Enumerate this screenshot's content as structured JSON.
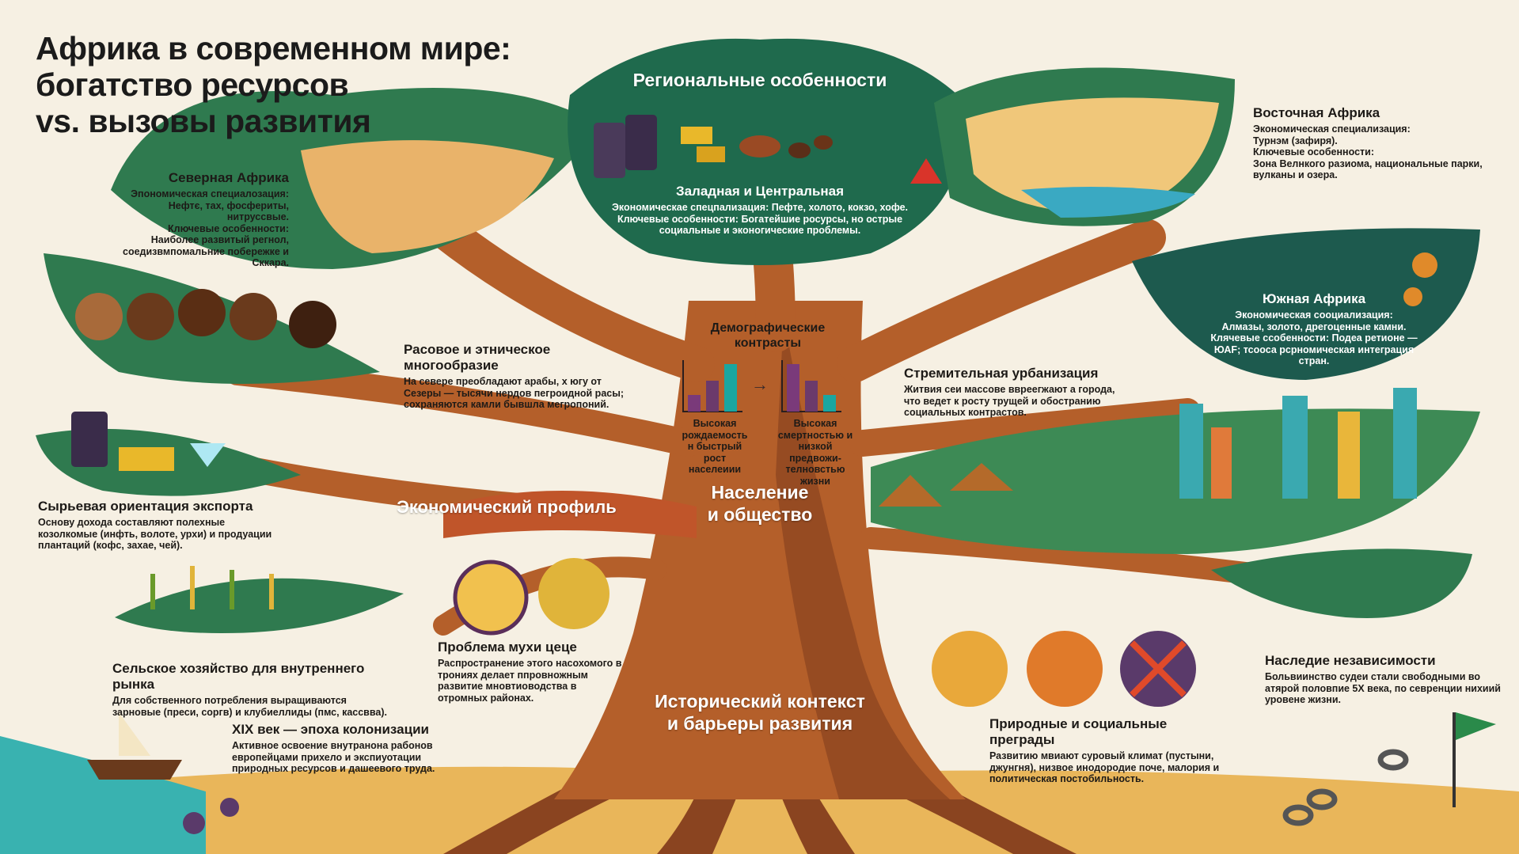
{
  "title": {
    "line1": "Африка в современном мире:",
    "line2": "богатство ресурсов",
    "line3": "vs. вызовы развития"
  },
  "sections": {
    "regional": "Региональные особенности",
    "economic": "Экономический профиль",
    "population_l1": "Население",
    "population_l2": "и общество",
    "history_l1": "Исторический контекст",
    "history_l2": "и барьеры развития"
  },
  "regions": {
    "north": {
      "title": "Северная Африка",
      "spec_label": "Эпономическая специалозация:",
      "spec": "Нефтє, тах, фосфериты, нитруссвые.",
      "key_label": "Ключевые особенности:",
      "key": "Наиболее развитый регнол, соедизвмпомальние побережке и Сккара."
    },
    "west_central": {
      "title": "Заладная и Центральная",
      "spec_label": "Экономическае спецпализация:",
      "spec": "Пефте, холото, кокзо, хофе.",
      "key_label": "Ключевые особенности:",
      "key": "Богатейшие росурсы, но острые социальные и эконогические проблемы."
    },
    "east": {
      "title": "Восточная Африка",
      "spec_label": "Экономическая специализация:",
      "spec": "Турнэм (зафиря).",
      "key_label": "Ключевые особенности:",
      "key": "Зона Велнкого разиома, национальные парки, вулканы и озера."
    },
    "south": {
      "title": "Южная Африка",
      "spec_label": "Экономическая сооциализация:",
      "spec": "Алмазы, золото, дрегоценные камни.",
      "key_label": "Клячевые ссобенности:",
      "key": "Подеа ретионе — ЮАF; тсооса рсрномическая интеграция стран."
    }
  },
  "topics": {
    "diversity": {
      "title": "Расовое и этническое многообразие",
      "text": "На севере преобладают арабы, х югу от Сезеры — тысячи нердов пегроидной расы; сохраняются камли бывшла мегропоний."
    },
    "demography": {
      "title": "Демографические контрасты",
      "left": "Высокая рождаемость н быстрый рост населеиии",
      "right": "Высокая смертностью и низкой предвожи-телновстью жизни",
      "chart_left": [
        0.35,
        0.65,
        1.0
      ],
      "chart_right": [
        1.0,
        0.65,
        0.35
      ],
      "colors": [
        "#7a3a7a",
        "#6b3a6b",
        "#1aa6a0"
      ]
    },
    "urbanization": {
      "title": "Стремительная урбанизация",
      "text": "Житвия сеи массове ввреегжают а города, что ведет к росту трущей и обострани­ю социальных контрастов."
    },
    "export": {
      "title": "Сырьевая ориентация экспорта",
      "text": "Основу дохода составляют полехные козолкомые (инфть, вoлоте, урхи) и продуации плантаций (кофс, захае, чей)."
    },
    "agriculture": {
      "title": "Сельское хозяйство для внутреннего рынка",
      "text": "Для собственного потребления выращиваются зарновые (преси, соргв) и клубиеллиды (пмс, кассвва)."
    },
    "colonization": {
      "title": "XIX век — эпоха колонизации",
      "text": "Активное освоение внутранона рабонов европейцами прихело и экспиуотации природных ресурсов и дашеевого труда."
    },
    "tsetse": {
      "title": "Проблема мухи цеце",
      "text": "Распространение этого насохомого в трониях делает ппровножным развитие мновтиоводства в отромных районах."
    },
    "barriers": {
      "title": "Природные и социальные преграды",
      "text": "Развитию мвиают суровый климат (пустыни, джунгня), низвое инодородие поче, малория и политическая постобильность."
    },
    "independence": {
      "title": "Наследие независимости",
      "text": "Больвиинство судеи стали свободными во атярой половпие 5X века, по севренции нихиий уровене жизни."
    }
  },
  "colors": {
    "background": "#f6f0e3",
    "trunk": "#b45f2a",
    "trunk_dark": "#7d3a1c",
    "leaf_green": "#2f7a4f",
    "leaf_teal": "#1d5a4e",
    "accent_orange": "#e08a2a"
  }
}
